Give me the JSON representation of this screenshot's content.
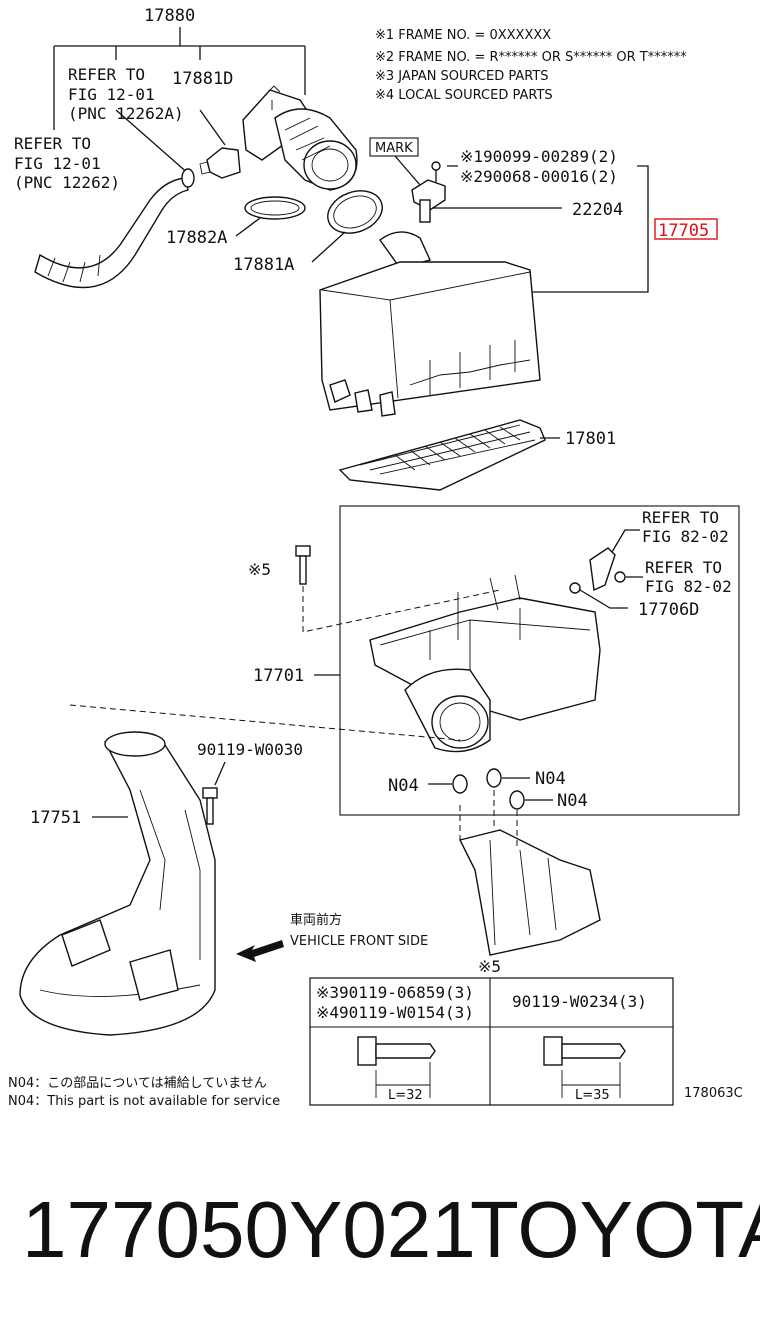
{
  "notes": {
    "n1": "※1 FRAME NO. = 0XXXXXX",
    "n2": "※2 FRAME NO. = R****** OR S****** OR T******",
    "n3": "※3 JAPAN SOURCED PARTS",
    "n4": "※4 LOCAL SOURCED PARTS"
  },
  "labels": {
    "p17880": "17880",
    "refer1_a": "REFER TO",
    "refer1_b": "FIG 12-01",
    "refer1_c": "(PNC 12262A)",
    "p17881d": "17881D",
    "refer2_a": "REFER TO",
    "refer2_b": "FIG 12-01",
    "refer2_c": "(PNC 12262)",
    "mark": "MARK",
    "bolt1": "※190099-00289(2)",
    "bolt2": "※290068-00016(2)",
    "p22204": "22204",
    "p17705": "17705",
    "p17882a": "17882A",
    "p17881a": "17881A",
    "p17801": "17801",
    "refer3_a": "REFER TO",
    "refer3_b": "FIG 82-02",
    "refer4_a": "REFER TO",
    "refer4_b": "FIG 82-02",
    "star5_a": "※5",
    "p17706d": "17706D",
    "p17701": "17701",
    "p90119w0030": "90119-W0030",
    "n04_a": "N04",
    "n04_b": "N04",
    "n04_c": "N04",
    "p17751": "17751",
    "front_jp": "車両前方",
    "front_en": "VEHICLE FRONT SIDE",
    "star5_b": "※5",
    "n04_note_jp": "N04：この部品については補給していません",
    "n04_note_en": "N04：This part is not available for service",
    "fig_code": "178063C"
  },
  "table": {
    "left_line1": "※390119-06859(3)",
    "left_line2": "※490119-W0154(3)",
    "right_line1": "90119-W0234(3)",
    "left_len": "L=32",
    "right_len": "L=35"
  },
  "footer": {
    "part_code": "177050Y021",
    "brand": "TOYOTA"
  },
  "colors": {
    "highlight": "#dd1111",
    "ink": "#111111"
  }
}
